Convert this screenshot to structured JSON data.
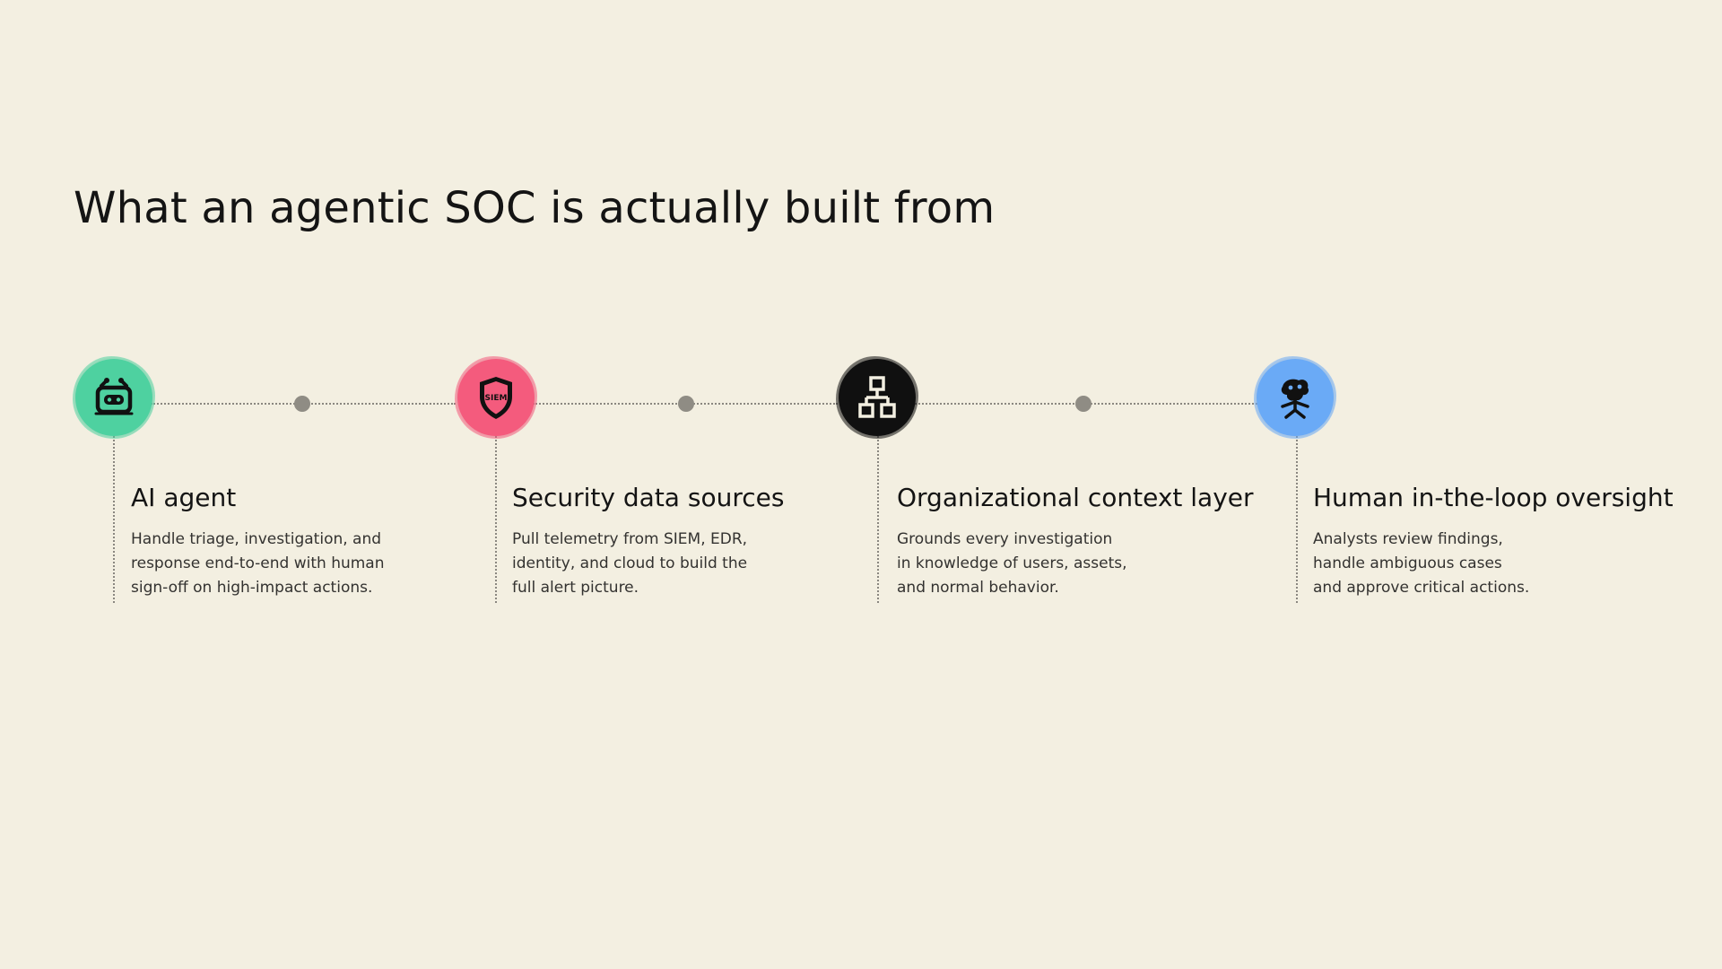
{
  "page": {
    "title": "What an agentic SOC is actually built from"
  },
  "colors": {
    "background": "#f3efe1",
    "ai_agent_badge": "#4fd1a1",
    "security_data_badge": "#f45b7d",
    "org_context_badge": "#111111",
    "human_oversight_badge": "#6aaaf5",
    "connector": "#8a8780"
  },
  "steps": [
    {
      "icon": "robot-icon",
      "title": "AI agent",
      "body": [
        "Handle triage, investigation, and",
        "response end-to-end with human",
        "sign-off on high-impact actions."
      ]
    },
    {
      "icon": "siem-shield-icon",
      "icon_text": "SIEM",
      "title": "Security data sources",
      "body": [
        "Pull telemetry from SIEM, EDR,",
        "identity, and cloud to build the",
        "full alert picture."
      ]
    },
    {
      "icon": "hierarchy-icon",
      "title": "Organizational context layer",
      "body": [
        "Grounds every investigation",
        "in knowledge of users, assets,",
        "and normal behavior."
      ]
    },
    {
      "icon": "human-icon",
      "title": "Human in-the-loop oversight",
      "body": [
        "Analysts review findings,",
        "handle ambiguous cases",
        "and approve critical actions."
      ]
    }
  ]
}
